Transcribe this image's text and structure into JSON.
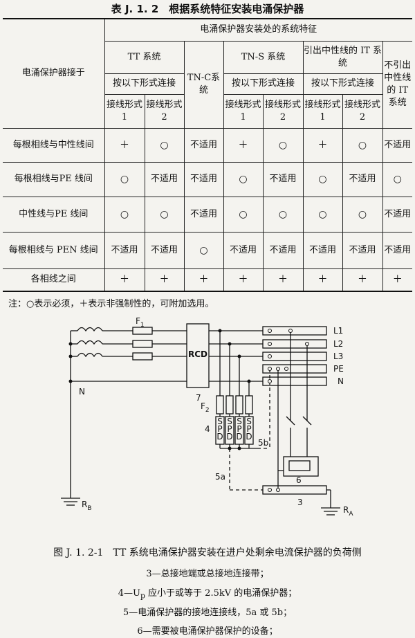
{
  "title": "表 J. 1. 2　根据系统特征安装电涌保护器",
  "table": {
    "row_header": "电涌保护器接于",
    "group_header": "电涌保护器安装处的系统特征",
    "systems": {
      "tt": "TT 系统",
      "tnc": "TN-C系统",
      "tns": "TN-S 系统",
      "it_neutral": "引出中性线的 IT 系统",
      "it_no_neutral": "不引出中性线的 IT 系统"
    },
    "connect_by": "按以下形式连接",
    "wiring1": "接线形式 1",
    "wiring2": "接线形式 2",
    "rows": [
      {
        "label": "每根相线与中性线间",
        "cells": [
          "＋",
          "○",
          "不适用",
          "＋",
          "○",
          "＋",
          "○",
          "不适用"
        ]
      },
      {
        "label": "每根相线与PE 线间",
        "cells": [
          "○",
          "不适用",
          "不适用",
          "○",
          "不适用",
          "○",
          "不适用",
          "○"
        ]
      },
      {
        "label": "中性线与PE 线间",
        "cells": [
          "○",
          "○",
          "不适用",
          "○",
          "○",
          "○",
          "○",
          "不适用"
        ]
      },
      {
        "label": "每根相线与 PEN 线间",
        "cells": [
          "不适用",
          "不适用",
          "○",
          "不适用",
          "不适用",
          "不适用",
          "不适用",
          "不适用"
        ]
      },
      {
        "label": "各相线之间",
        "cells": [
          "＋",
          "＋",
          "＋",
          "＋",
          "＋",
          "＋",
          "＋",
          "＋"
        ]
      }
    ]
  },
  "note": "注：○表示必须，＋表示非强制性的，可附加选用。",
  "diagram": {
    "f1": "F",
    "f1_sub": "1",
    "rcd": "RCD",
    "n_left": "N",
    "l1": "L1",
    "l2": "L2",
    "l3": "L3",
    "pe": "PE",
    "n_right": "N",
    "label7": "7",
    "f2": "F",
    "f2_sub": "2",
    "label4": "4",
    "spd_letters": [
      "S",
      "P",
      "D"
    ],
    "label5b": "5b",
    "label5a": "5a",
    "label6": "6",
    "label3": "3",
    "rb": "R",
    "rb_sub": "B",
    "ra": "R",
    "ra_sub": "A"
  },
  "caption": {
    "main": "图 J. 1. 2-1　TT 系统电涌保护器安装在进户处剩余电流保护器的负荷侧",
    "lines": [
      "3—总接地端或总接地连接带；",
      "4—U",
      "p",
      " 应小于或等于 2.5kV 的电涌保护器；",
      "5—电涌保护器的接地连接线，5a 或 5b；",
      "6—需要被电涌保护器保护的设备；"
    ]
  }
}
